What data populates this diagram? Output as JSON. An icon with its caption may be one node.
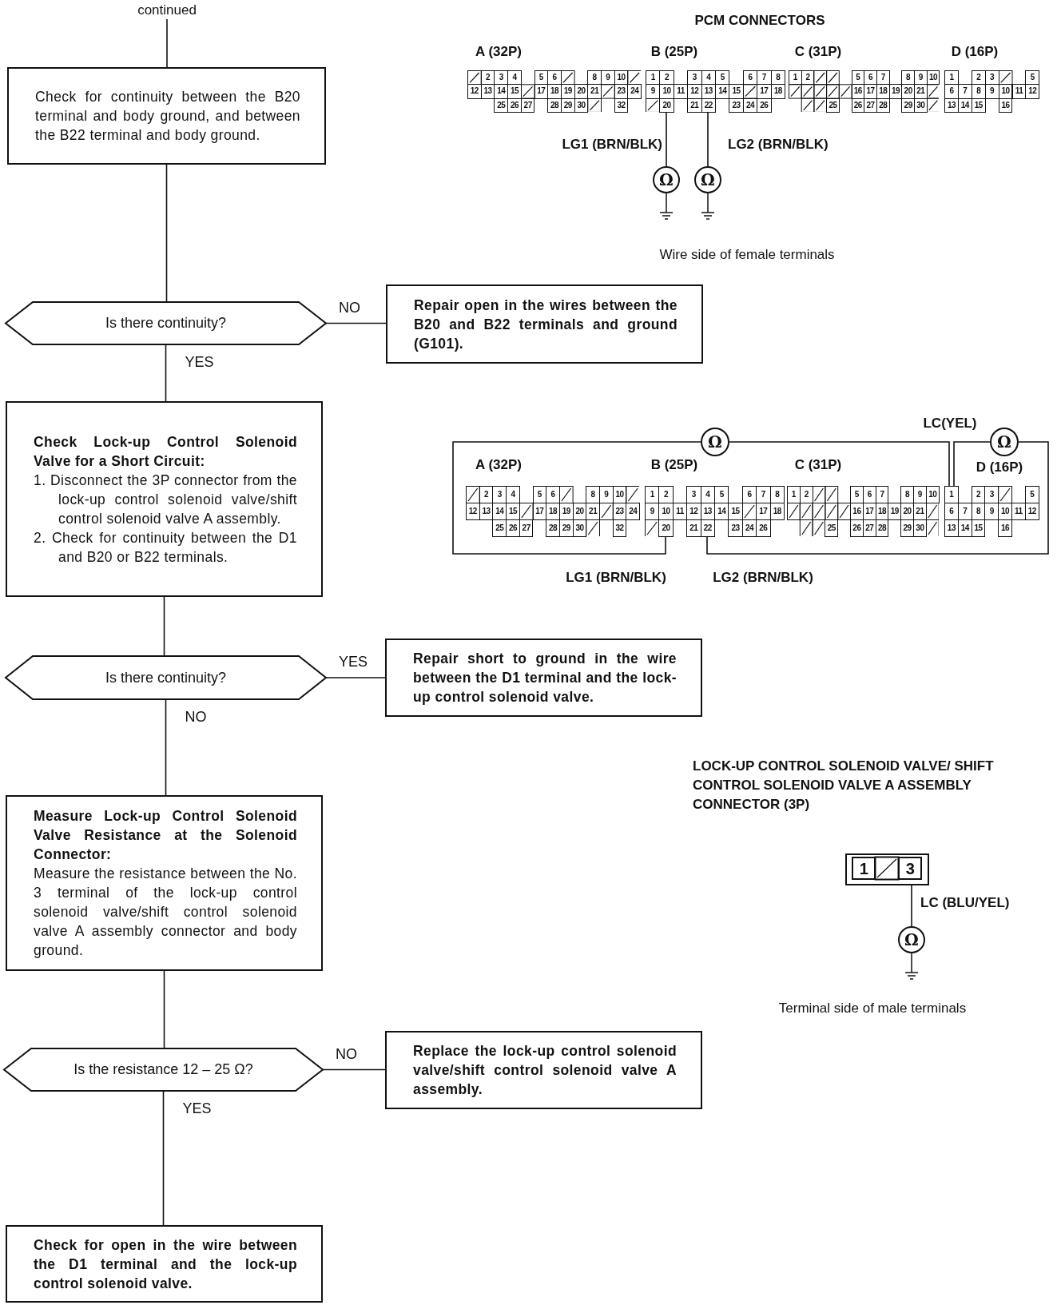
{
  "diagram": {
    "nodes": [
      {
        "text": [
          "continued"
        ]
      },
      {
        "text": [
          "Check for continuity between the B20 terminal and body ground, and between the B22 terminal and body ground."
        ]
      },
      {
        "text": [
          "2",
          "3",
          "4",
          "5",
          "6",
          "8",
          "9",
          "10",
          "12",
          "13",
          "14",
          "15",
          "17",
          "18",
          "19",
          "20",
          "21",
          "23",
          "24",
          "25",
          "26",
          "27",
          "28",
          "29",
          "30",
          "32"
        ]
      },
      {
        "text": [
          "1",
          "2",
          "3",
          "4",
          "5",
          "6",
          "7",
          "8",
          "9",
          "10",
          "11",
          "12",
          "13",
          "14",
          "15",
          "17",
          "18",
          "20",
          "21",
          "22",
          "23",
          "24",
          "26"
        ]
      },
      {
        "text": [
          "1",
          "2",
          "5",
          "6",
          "7",
          "8",
          "9",
          "10",
          "16",
          "17",
          "18",
          "19",
          "20",
          "21",
          "25",
          "26",
          "27",
          "28",
          "29",
          "30"
        ]
      },
      {
        "text": [
          "1",
          "2",
          "3",
          "5",
          "6",
          "7",
          "8",
          "9",
          "10",
          "11",
          "12",
          "13",
          "14",
          "15",
          "16"
        ]
      },
      {
        "text": [
          "Ω"
        ]
      },
      {
        "text": [
          "Ω"
        ]
      },
      {
        "text": [
          "Is there continuity?"
        ]
      },
      {
        "text": [
          "Repair open in the wires between the B20 and B22 terminals and ground (G101)."
        ]
      },
      {
        "text": [
          "Check Lock-up Control Solenoid Valve for a Short Circuit:",
          "1. Disconnect the 3P connector from the lock-up control solenoid valve/shift control solenoid valve A assembly.",
          "2. Check for continuity between the D1 and B20 or B22 terminals."
        ]
      },
      {
        "text": [
          "2",
          "3",
          "4",
          "5",
          "6",
          "8",
          "9",
          "10",
          "12",
          "13",
          "14",
          "15",
          "17",
          "18",
          "19",
          "20",
          "21",
          "23",
          "24",
          "25",
          "26",
          "27",
          "28",
          "29",
          "30",
          "32"
        ]
      },
      {
        "text": [
          "1",
          "2",
          "3",
          "4",
          "5",
          "6",
          "7",
          "8",
          "9",
          "10",
          "11",
          "12",
          "13",
          "14",
          "15",
          "17",
          "18",
          "20",
          "21",
          "22",
          "23",
          "24",
          "26"
        ]
      },
      {
        "text": [
          "1",
          "2",
          "5",
          "6",
          "7",
          "8",
          "9",
          "10",
          "16",
          "17",
          "18",
          "19",
          "20",
          "21",
          "25",
          "26",
          "27",
          "28",
          "29",
          "30"
        ]
      },
      {
        "text": [
          "1",
          "2",
          "3",
          "5",
          "6",
          "7",
          "8",
          "9",
          "10",
          "11",
          "12",
          "13",
          "14",
          "15",
          "16"
        ]
      },
      {
        "text": [
          "Ω"
        ]
      },
      {
        "text": [
          "Ω"
        ]
      },
      {
        "text": [
          "Is there continuity?"
        ]
      },
      {
        "text": [
          "Repair short to ground in the wire between the D1 terminal and the lock-up control solenoid valve."
        ]
      },
      {
        "text": [
          "Measure Lock-up Control Solenoid Valve Resistance at the Solenoid Connector:",
          "Measure the resistance between the No. 3 terminal of the lock-up control solenoid valve/shift control solenoid valve A assembly connector and body ground."
        ]
      },
      {
        "text": [
          "1",
          "3"
        ]
      },
      {
        "text": [
          "Ω"
        ]
      },
      {
        "text": [
          "Is the resistance 12 – 25 Ω?"
        ]
      },
      {
        "text": [
          "Replace the lock-up control solenoid valve/shift control solenoid valve A assembly."
        ]
      },
      {
        "text": [
          "Check for open in the wire between the D1 terminal and the lock-up control solenoid valve."
        ]
      }
    ],
    "edges": [
      {
        "from": 0,
        "to": 1,
        "arrow": "none"
      },
      {
        "from": 1,
        "to": 8,
        "arrow": "none"
      },
      {
        "from": 8,
        "to": 9,
        "arrow": "none",
        "label": "NO"
      },
      {
        "from": 8,
        "to": 10,
        "arrow": "none",
        "label": "YES"
      },
      {
        "from": 10,
        "to": 17,
        "arrow": "none"
      },
      {
        "from": 17,
        "to": 18,
        "arrow": "none",
        "label": "YES"
      },
      {
        "from": 17,
        "to": 19,
        "arrow": "none",
        "label": "NO"
      },
      {
        "from": 19,
        "to": 22,
        "arrow": "none"
      },
      {
        "from": 22,
        "to": 23,
        "arrow": "none",
        "label": "NO"
      },
      {
        "from": 22,
        "to": 24,
        "arrow": "none",
        "label": "YES"
      },
      {
        "from": 3,
        "to": 6,
        "arrow": "none"
      },
      {
        "from": 3,
        "to": 7,
        "arrow": "none"
      },
      {
        "from": 12,
        "to": 15,
        "arrow": "none"
      },
      {
        "from": 15,
        "to": 14,
        "arrow": "none"
      },
      {
        "from": 14,
        "to": 16,
        "arrow": "none"
      },
      {
        "from": 16,
        "to": 12,
        "arrow": "none"
      },
      {
        "from": 20,
        "to": 21,
        "arrow": "none"
      }
    ],
    "labels": [
      "PCM CONNECTORS",
      "A (32P)",
      "B (25P)",
      "C (31P)",
      "D (16P)",
      "LG1 (BRN/BLK)",
      "LG2 (BRN/BLK)",
      "Wire side of female terminals",
      "LC(YEL)",
      "A (32P)",
      "B (25P)",
      "C (31P)",
      "D (16P)",
      "LG1 (BRN/BLK)",
      "LG2 (BRN/BLK)",
      "LOCK-UP CONTROL SOLENOID VALVE/ SHIFT CONTROL SOLENOID VALVE A ASSEMBLY CONNECTOR (3P)",
      "LC (BLU/YEL)",
      "Terminal side of male terminals"
    ]
  }
}
